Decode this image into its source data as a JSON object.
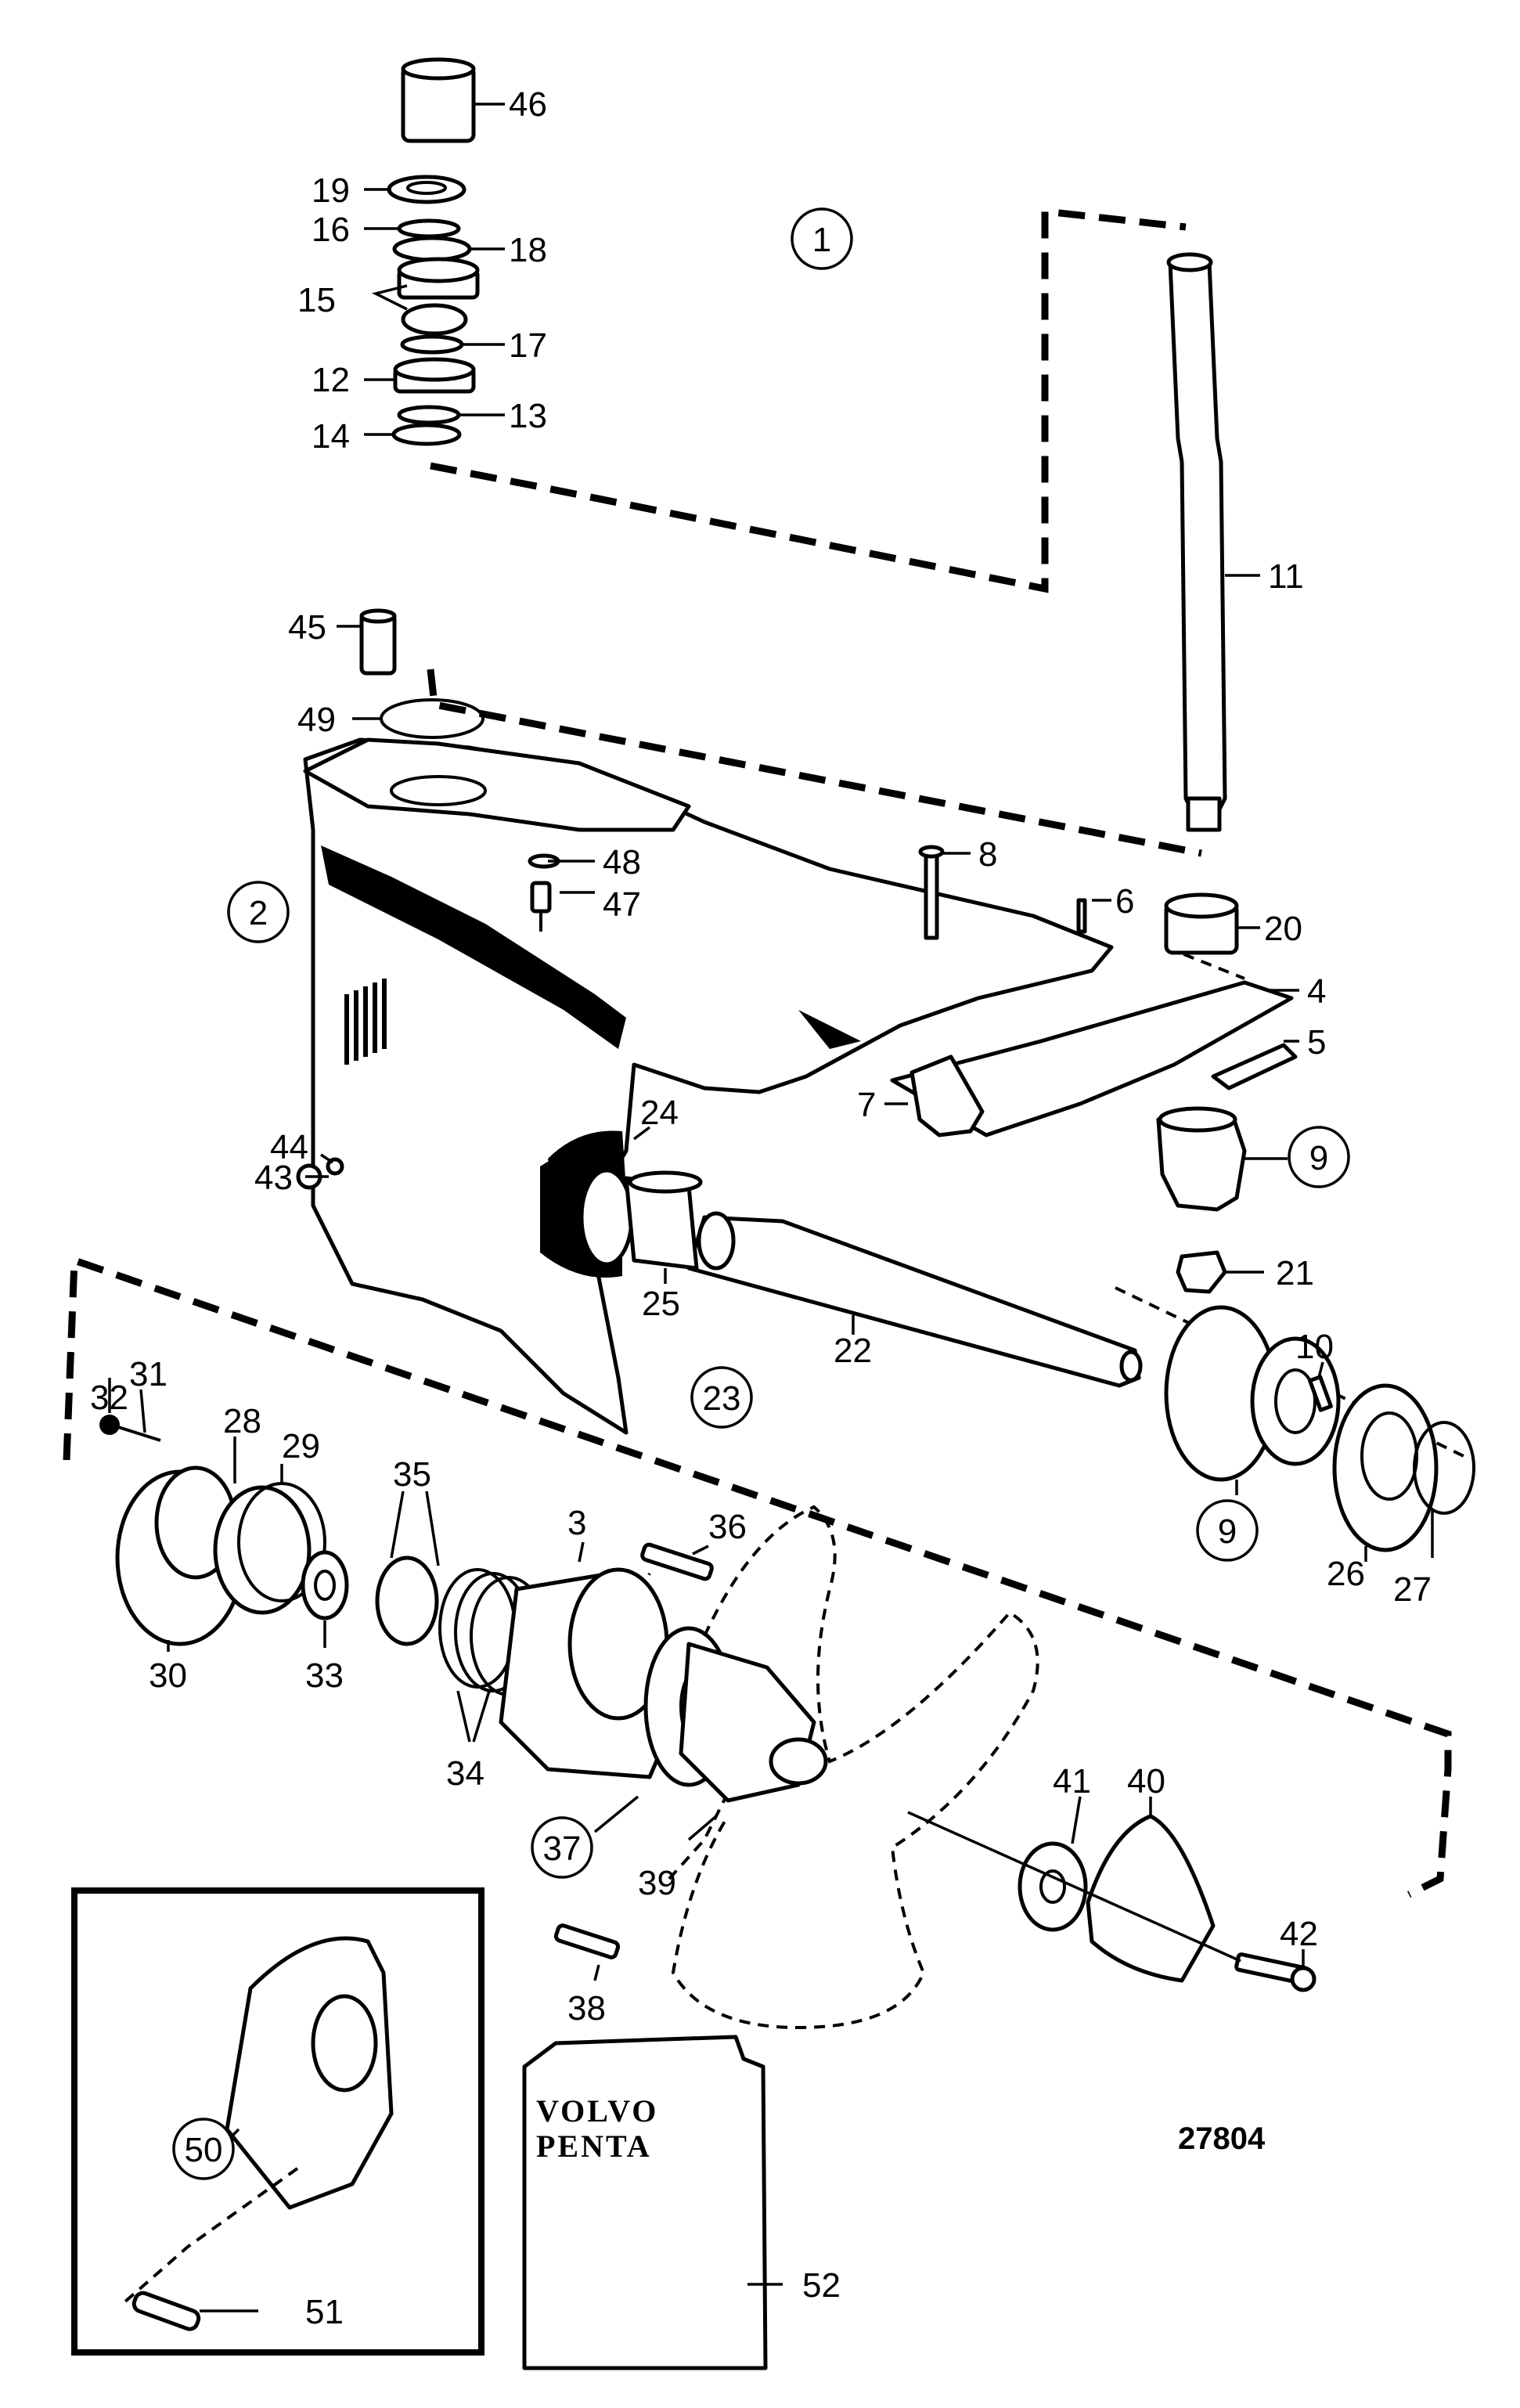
{
  "reference_number": "27804",
  "brand_card": {
    "line1": "VOLVO",
    "line2": "PENTA"
  },
  "labels": {
    "p1": "1",
    "p2": "2",
    "p3": "3",
    "p4": "4",
    "p5": "5",
    "p6": "6",
    "p7": "7",
    "p8": "8",
    "p9a": "9",
    "p9b": "9",
    "p10": "10",
    "p11": "11",
    "p12": "12",
    "p13": "13",
    "p14": "14",
    "p15": "15",
    "p16": "16",
    "p17": "17",
    "p18": "18",
    "p19": "19",
    "p20": "20",
    "p21": "21",
    "p22": "22",
    "p23": "23",
    "p24": "24",
    "p25": "25",
    "p26": "26",
    "p27": "27",
    "p28": "28",
    "p29": "29",
    "p30": "30",
    "p31": "31",
    "p32": "32",
    "p33": "33",
    "p34": "34",
    "p35": "35",
    "p36": "36",
    "p37": "37",
    "p38": "38",
    "p39": "39",
    "p40": "40",
    "p41": "41",
    "p42": "42",
    "p43": "43",
    "p44": "44",
    "p45": "45",
    "p46": "46",
    "p47": "47",
    "p48": "48",
    "p49": "49",
    "p50": "50",
    "p51": "51",
    "p52": "52"
  }
}
